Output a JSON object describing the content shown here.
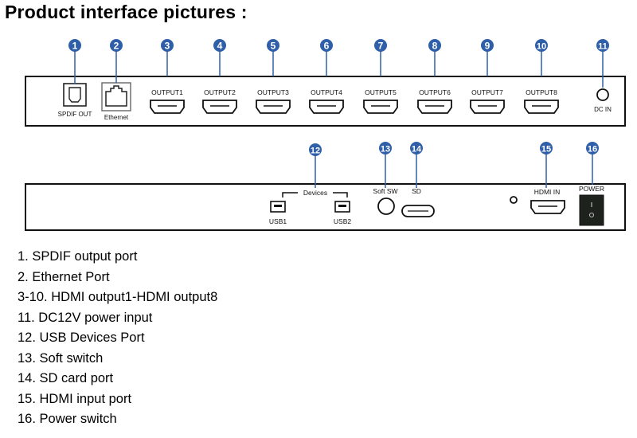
{
  "title": "Product interface pictures :",
  "marker_color": "#2f5fa8",
  "front_panel": {
    "markers": [
      {
        "num": "1",
        "label": "SPDIF OUT",
        "type": "spdif"
      },
      {
        "num": "2",
        "label": "Ethernet",
        "type": "ethernet"
      },
      {
        "num": "3",
        "label": "OUTPUT1",
        "type": "hdmi"
      },
      {
        "num": "4",
        "label": "OUTPUT2",
        "type": "hdmi"
      },
      {
        "num": "5",
        "label": "OUTPUT3",
        "type": "hdmi"
      },
      {
        "num": "6",
        "label": "OUTPUT4",
        "type": "hdmi"
      },
      {
        "num": "7",
        "label": "OUTPUT5",
        "type": "hdmi"
      },
      {
        "num": "8",
        "label": "OUTPUT6",
        "type": "hdmi"
      },
      {
        "num": "9",
        "label": "OUTPUT7",
        "type": "hdmi"
      },
      {
        "num": "10",
        "label": "OUTPUT8",
        "type": "hdmi"
      },
      {
        "num": "11",
        "label": "DC IN",
        "type": "dc"
      }
    ]
  },
  "back_panel": {
    "devices_label": "Devices",
    "usb1_label": "USB1",
    "usb2_label": "USB2",
    "markers": [
      {
        "num": "12",
        "label": "Devices",
        "type": "usb-group"
      },
      {
        "num": "13",
        "label": "Soft SW",
        "type": "button"
      },
      {
        "num": "14",
        "label": "SD",
        "type": "sd"
      },
      {
        "num": "15",
        "label": "HDMI IN",
        "type": "hdmi"
      },
      {
        "num": "16",
        "label": "POWER",
        "type": "power"
      }
    ]
  },
  "legend": [
    "1. SPDIF output port",
    "2. Ethernet Port",
    "3-10. HDMI output1-HDMI output8",
    "11. DC12V power input",
    "12. USB Devices Port",
    "13. Soft switch",
    "14. SD card port",
    "15. HDMI input port",
    "16. Power switch"
  ]
}
